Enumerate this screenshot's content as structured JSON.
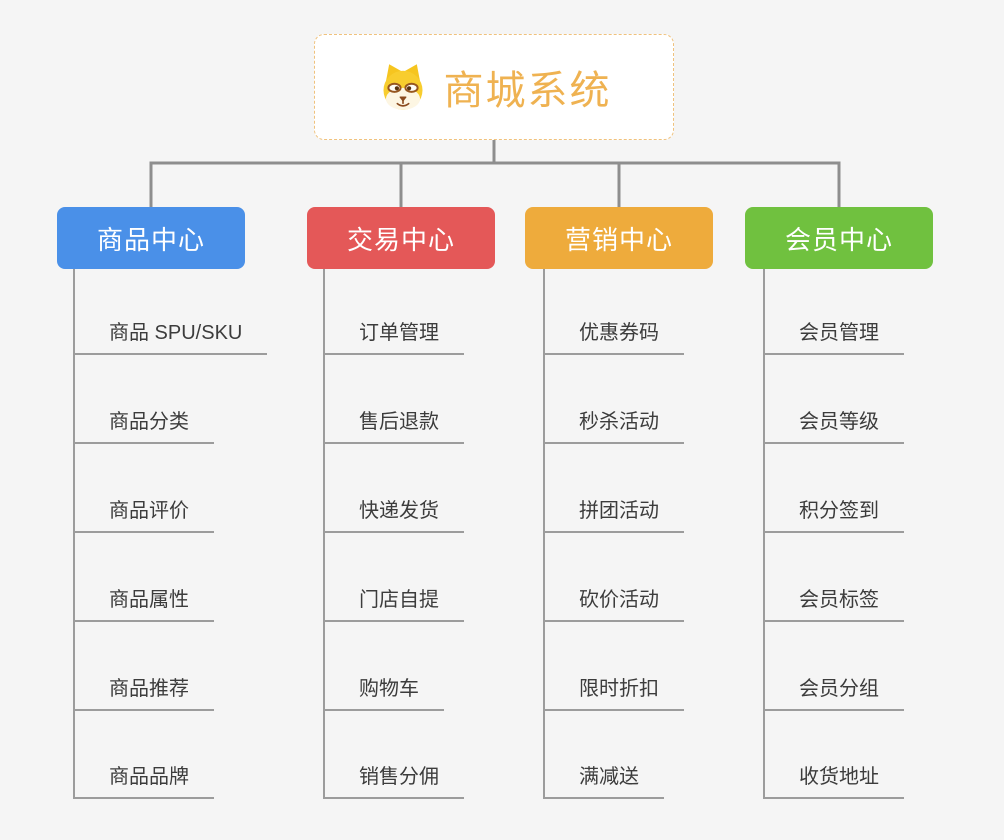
{
  "canvas": {
    "background_color": "#f5f5f5",
    "connector_color": "#8e8e8e",
    "leaf_line_color": "#9c9c9c"
  },
  "root": {
    "label": "商城系统",
    "icon": "doge-face-icon",
    "text_color": "#efb251",
    "border_color": "#f0c27d",
    "background_color": "#ffffff"
  },
  "branches": [
    {
      "label": "商品中心",
      "color": "#4a90e8",
      "items": [
        "商品 SPU/SKU",
        "商品分类",
        "商品评价",
        "商品属性",
        "商品推荐",
        "商品品牌"
      ]
    },
    {
      "label": "交易中心",
      "color": "#e45858",
      "items": [
        "订单管理",
        "售后退款",
        "快递发货",
        "门店自提",
        "购物车",
        "销售分佣"
      ]
    },
    {
      "label": "营销中心",
      "color": "#eeab3c",
      "items": [
        "优惠券码",
        "秒杀活动",
        "拼团活动",
        "砍价活动",
        "限时折扣",
        "满减送"
      ]
    },
    {
      "label": "会员中心",
      "color": "#70c13f",
      "items": [
        "会员管理",
        "会员等级",
        "积分签到",
        "会员标签",
        "会员分组",
        "收货地址"
      ]
    }
  ]
}
